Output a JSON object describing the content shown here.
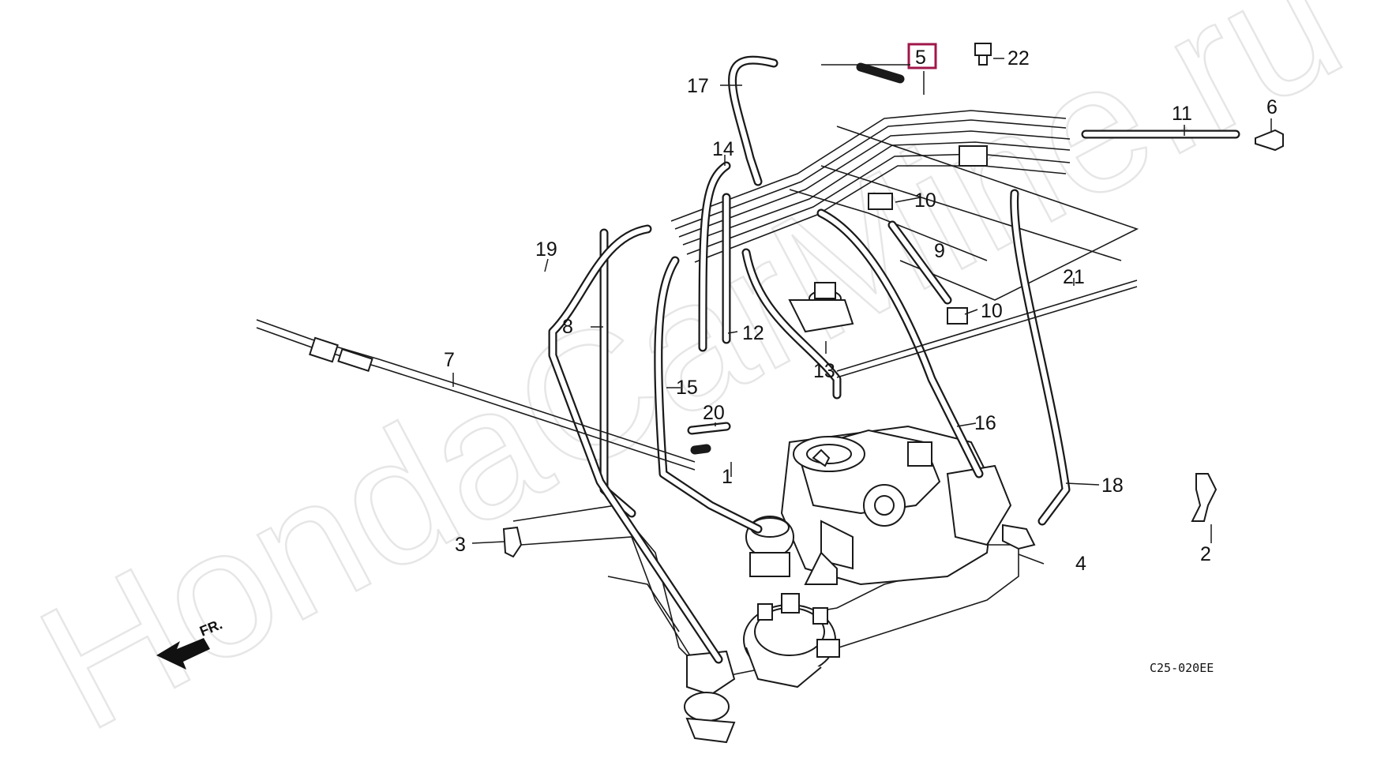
{
  "watermark": "HondaCarMine.ru",
  "front_indicator": "FR.",
  "diagram_code": "C25-020EE",
  "highlighted_part": "5",
  "part_labels": [
    "1",
    "2",
    "3",
    "4",
    "5",
    "6",
    "7",
    "8",
    "9",
    "10",
    "10",
    "11",
    "12",
    "13",
    "14",
    "15",
    "16",
    "17",
    "18",
    "19",
    "20",
    "21",
    "22"
  ],
  "colors": {
    "highlight_border": "#a0174a",
    "line": "#1a1a1a",
    "watermark": "#e6e6e6"
  }
}
